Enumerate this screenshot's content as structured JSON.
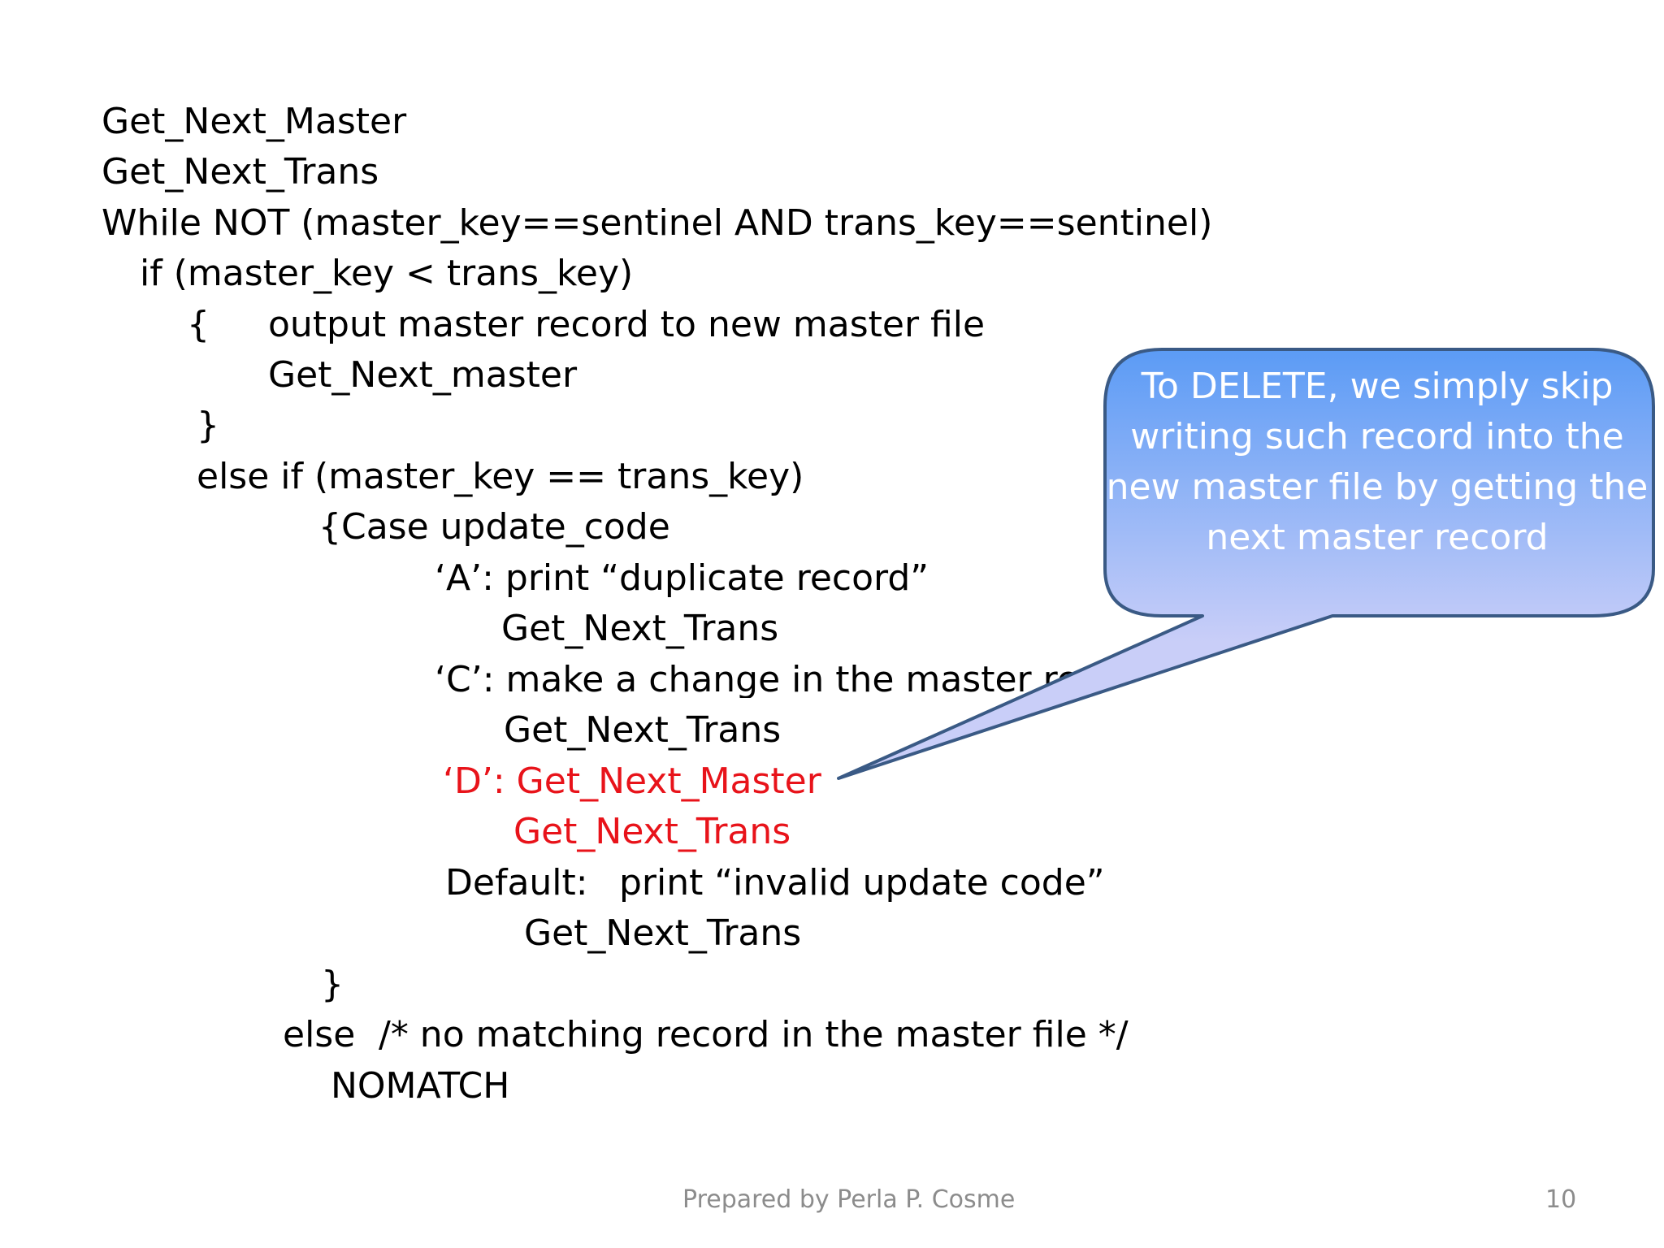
{
  "code": {
    "l1": "Get_Next_Master",
    "l2": "Get_Next_Trans",
    "l3": "While NOT (master_key==sentinel AND trans_key==sentinel)",
    "l4": "if (master_key < trans_key)",
    "l5_brace": "{",
    "l5_text": "output master record to new master file",
    "l6": "Get_Next_master",
    "l7": "}",
    "l8": "else if (master_key == trans_key)",
    "l9": "{Case update_code",
    "l10": "‘A’: print “duplicate record”",
    "l11": "Get_Next_Trans",
    "l12": "‘C’: make a change in the master record",
    "l13": "Get_Next_Trans",
    "l14": "‘D’: Get_Next_Master",
    "l15": "Get_Next_Trans",
    "l16_label": "Default:",
    "l16_text": "print “invalid update code”",
    "l17": "Get_Next_Trans",
    "l18": "}",
    "l19_else": "else",
    "l19_comment": "/* no matching record in the master file */",
    "l20": "NOMATCH"
  },
  "callout": {
    "text": "To DELETE,  we simply  skip writing such record  into the new master file by getting the next master record"
  },
  "footer": {
    "credit": "Prepared by Perla P. Cosme",
    "page": "10"
  },
  "colors": {
    "highlight": "#e8131a",
    "callout_top": "#5b9bf5",
    "callout_bottom": "#c9cef8",
    "callout_border": "#3a5a85",
    "footer": "#8c8c8c"
  }
}
